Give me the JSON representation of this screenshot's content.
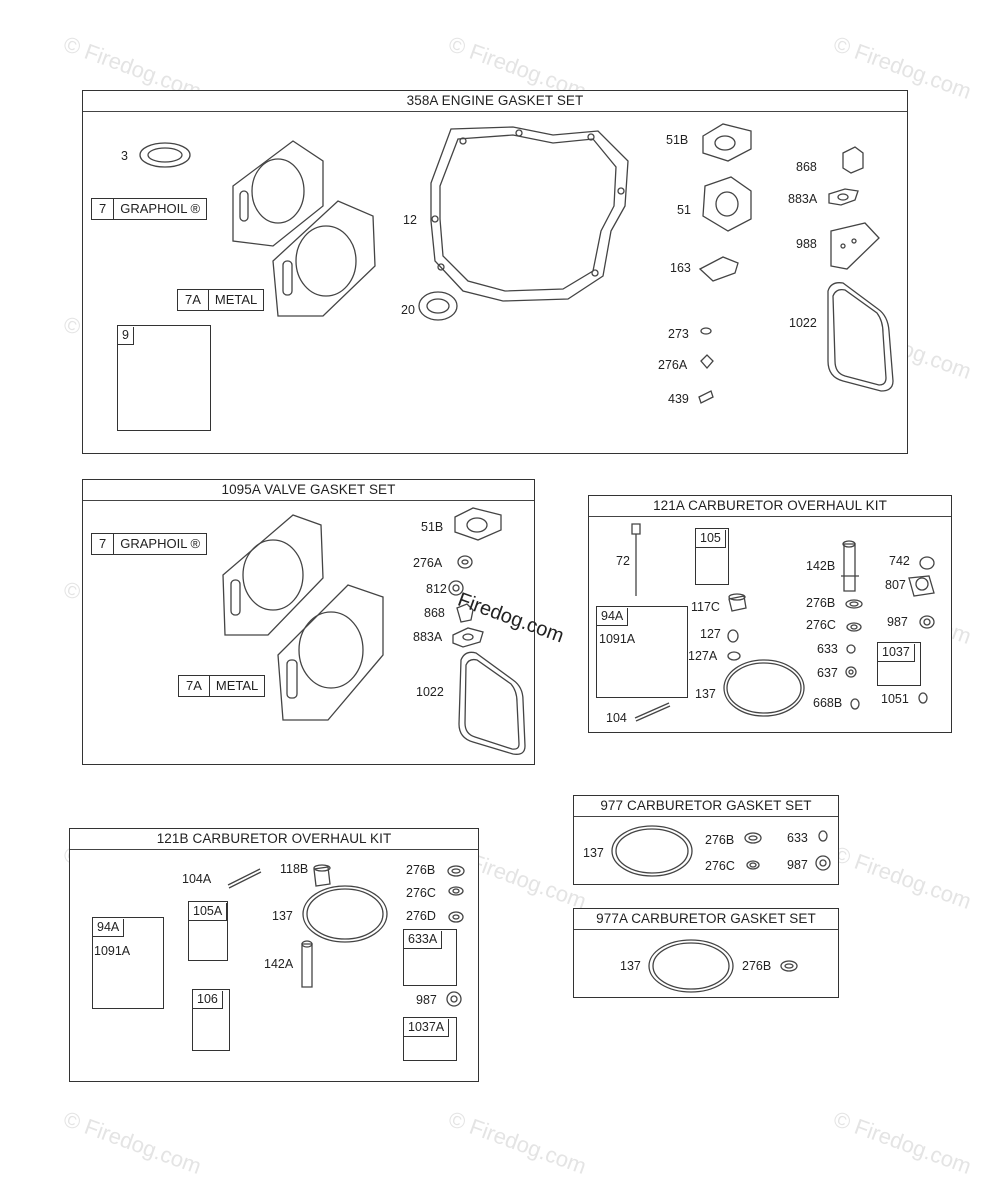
{
  "watermark": {
    "text": "© Firedog.com",
    "center_text": "Firedog.com"
  },
  "panels": {
    "engine_gasket_set": {
      "title": "358A ENGINE GASKET SET",
      "tags": [
        {
          "num": "7",
          "text": "GRAPHOIL ®"
        },
        {
          "num": "7A",
          "text": "METAL"
        }
      ],
      "sub": {
        "num": "9"
      },
      "labels": [
        "3",
        "12",
        "20",
        "51B",
        "51",
        "163",
        "273",
        "276A",
        "439",
        "868",
        "883A",
        "988",
        "1022"
      ]
    },
    "valve_gasket_set": {
      "title": "1095A VALVE GASKET SET",
      "tags": [
        {
          "num": "7",
          "text": "GRAPHOIL ®"
        },
        {
          "num": "7A",
          "text": "METAL"
        }
      ],
      "labels": [
        "51B",
        "276A",
        "812",
        "868",
        "883A",
        "1022"
      ]
    },
    "carb_overhaul_121a": {
      "title": "121A CARBURETOR OVERHAUL KIT",
      "subs": [
        "105",
        "94A",
        "1037"
      ],
      "labels": [
        "72",
        "1091A",
        "117C",
        "127",
        "127A",
        "137",
        "104",
        "142B",
        "276B",
        "276C",
        "633",
        "637",
        "668B",
        "742",
        "807",
        "987",
        "1051"
      ]
    },
    "carb_overhaul_121b": {
      "title": "121B CARBURETOR OVERHAUL KIT",
      "subs": [
        "94A",
        "105A",
        "106",
        "633A",
        "1037A"
      ],
      "labels": [
        "104A",
        "118B",
        "137",
        "142A",
        "1091A",
        "276B",
        "276C",
        "276D",
        "987"
      ]
    },
    "carb_gasket_977": {
      "title": "977 CARBURETOR GASKET SET",
      "labels": [
        "137",
        "276B",
        "276C",
        "633",
        "987"
      ]
    },
    "carb_gasket_977a": {
      "title": "977A CARBURETOR GASKET SET",
      "labels": [
        "137",
        "276B"
      ]
    }
  }
}
